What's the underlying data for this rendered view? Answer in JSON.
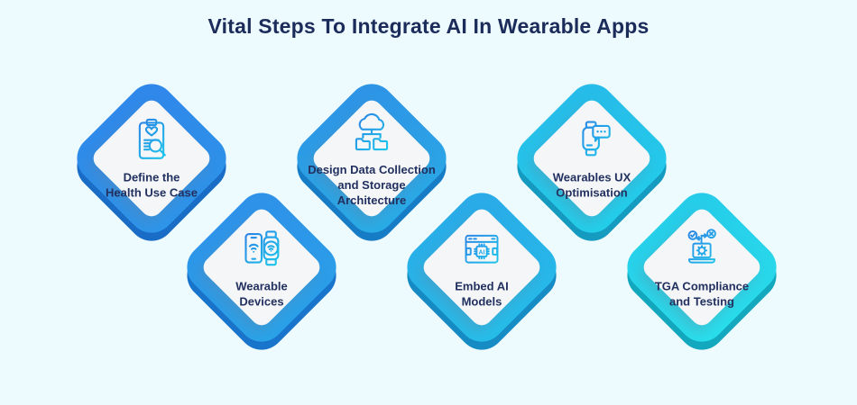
{
  "title": "Vital Steps To Integrate AI In Wearable Apps",
  "theme": {
    "background": "#EDFAFE",
    "title_color": "#1B2B5A",
    "label_color": "#22305F",
    "card_fill": "#F4F6F8",
    "icon_gradient_start": "#2F6FE4",
    "icon_gradient_end": "#18DCEC"
  },
  "steps": [
    {
      "label": "Define the\nHealth Use Case",
      "icon": "clipboard-search-icon",
      "row": "top",
      "border_start": "#2F86EA",
      "border_end": "#2E96E8",
      "shadow_color": "#1A6DC7"
    },
    {
      "label": "Wearable\nDevices",
      "icon": "phone-smartwatch-icon",
      "row": "bottom",
      "border_start": "#2E90E9",
      "border_end": "#2AA4E8",
      "shadow_color": "#1974CB"
    },
    {
      "label": "Design Data Collection\nand Storage\nArchitecture",
      "icon": "cloud-storage-icon",
      "row": "top",
      "border_start": "#2E92E6",
      "border_end": "#29AEE6",
      "shadow_color": "#177CC6"
    },
    {
      "label": "Embed AI\nModels",
      "icon": "ai-chip-window-icon",
      "row": "bottom",
      "border_start": "#2AA9E8",
      "border_end": "#26BFE9",
      "shadow_color": "#168BC4"
    },
    {
      "label": "Wearables UX\nOptimisation",
      "icon": "smartwatch-chat-icon",
      "row": "top",
      "border_start": "#27BAE9",
      "border_end": "#23D0EA",
      "shadow_color": "#159AC0"
    },
    {
      "label": "TGA Compliance\nand Testing",
      "icon": "laptop-testing-icon",
      "row": "bottom",
      "border_start": "#25CBE9",
      "border_end": "#2ADFEB",
      "shadow_color": "#13A8BE"
    }
  ]
}
